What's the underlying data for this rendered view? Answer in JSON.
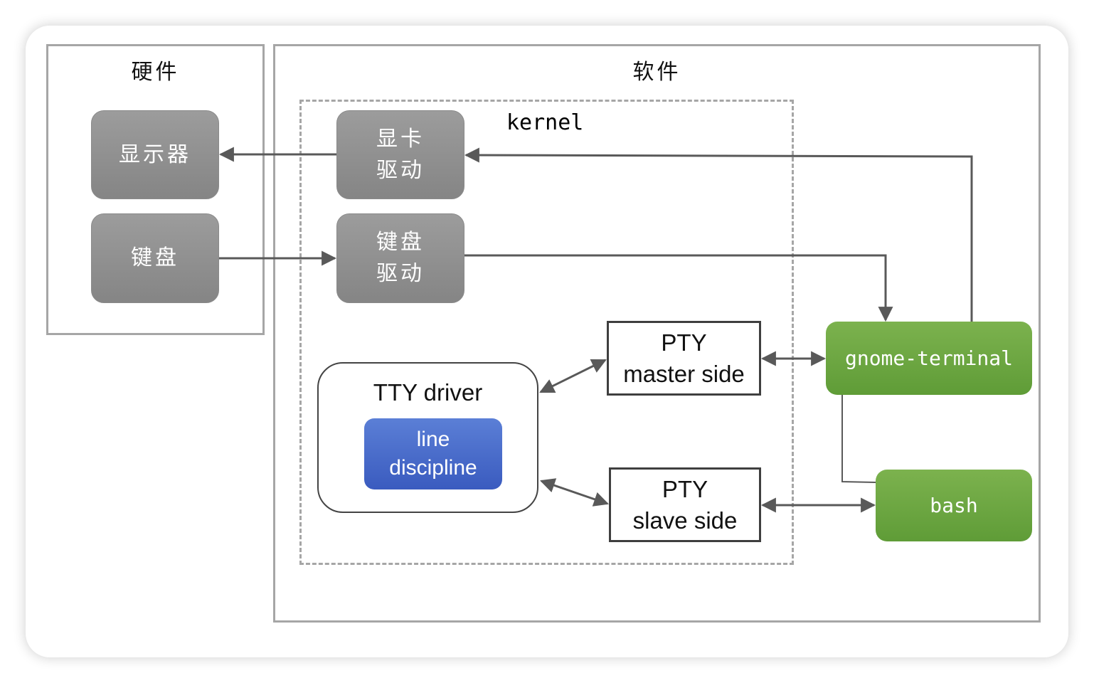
{
  "hardware": {
    "title": "硬件",
    "monitor": "显示器",
    "keyboard": "键盘"
  },
  "software": {
    "title": "软件",
    "kernel_label": "kernel",
    "display_driver": [
      "显卡",
      "驱动"
    ],
    "keyboard_driver": [
      "键盘",
      "驱动"
    ],
    "tty_driver": {
      "label": "TTY driver",
      "line_discipline": [
        "line",
        "discipline"
      ]
    },
    "pty_master": [
      "PTY",
      "master side"
    ],
    "pty_slave": [
      "PTY",
      "slave side"
    ],
    "gnome_terminal": "gnome-terminal",
    "bash": "bash"
  },
  "colors": {
    "gray_box": "#8f8f8f",
    "blue_box": "#4a6cc9",
    "green_box": "#6aa641",
    "arrow": "#595959"
  }
}
